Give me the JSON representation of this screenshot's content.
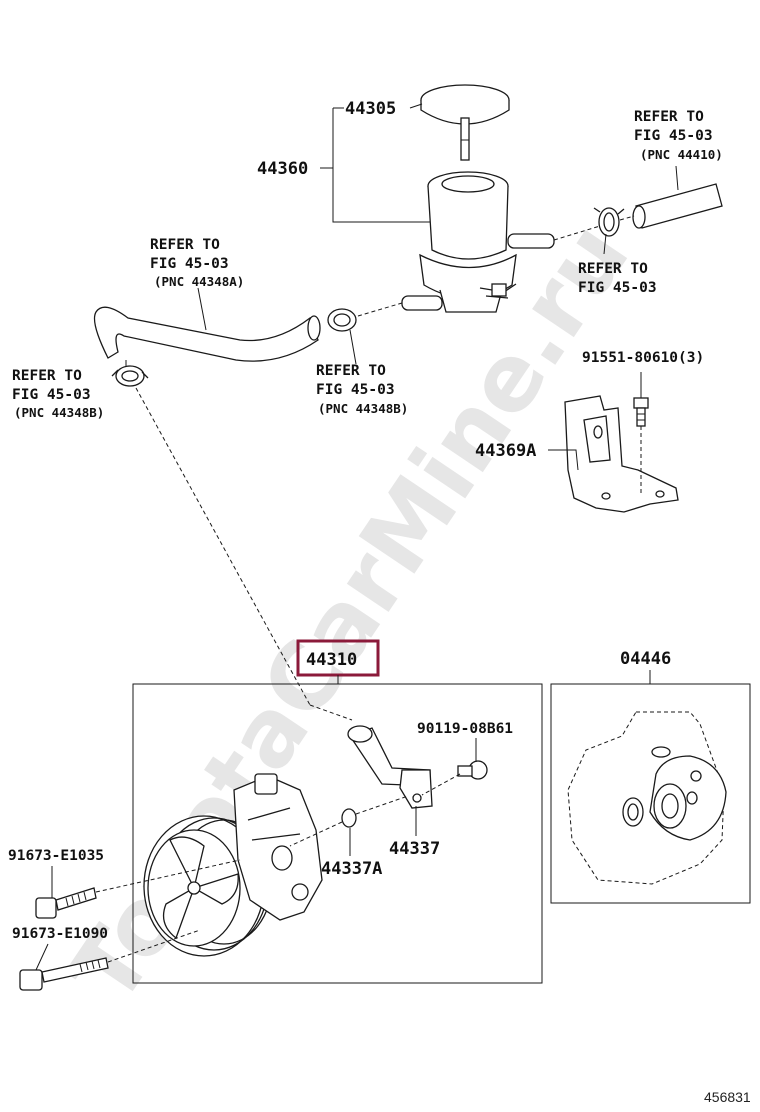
{
  "watermark": "ToyotaCarMine.ru",
  "figure_id": "456831",
  "colors": {
    "highlight": "#8b1a3a",
    "line": "#1a1a1a"
  },
  "callouts": {
    "p44305": "44305",
    "p44360": "44360",
    "refer_hose_top": {
      "l1": "REFER TO",
      "l2": "FIG 45-03",
      "l3": "(PNC 44410)"
    },
    "refer_clamp_right": {
      "l1": "REFER TO",
      "l2": "FIG 45-03"
    },
    "refer_hose_a": {
      "l1": "REFER TO",
      "l2": "FIG 45-03",
      "l3": "(PNC 44348A)"
    },
    "refer_clamp_left": {
      "l1": "REFER TO",
      "l2": "FIG 45-03",
      "l3": "(PNC 44348B)"
    },
    "refer_clamp_mid": {
      "l1": "REFER TO",
      "l2": "FIG 45-03",
      "l3": "(PNC 44348B)"
    },
    "p91551": "91551-80610(3)",
    "p44369A": "44369A",
    "p44310": "44310",
    "p04446": "04446",
    "p90119": "90119-08B61",
    "p44337": "44337",
    "p44337A": "44337A",
    "p91673_1035": "91673-E1035",
    "p91673_1090": "91673-E1090"
  }
}
